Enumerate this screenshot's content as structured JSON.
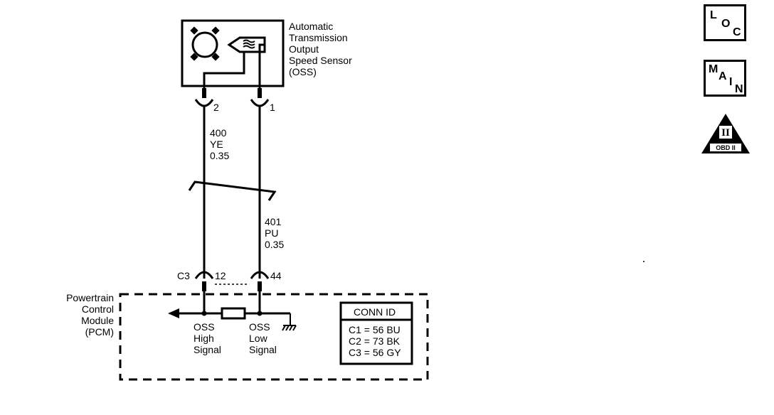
{
  "sensor": {
    "title_lines": [
      "Automatic",
      "Transmission",
      "Output",
      "Speed Sensor",
      "(OSS)"
    ],
    "pin_left": "2",
    "pin_right": "1"
  },
  "wires": {
    "left": {
      "circuit": "400",
      "color": "YE",
      "gauge": "0.35"
    },
    "right": {
      "circuit": "401",
      "color": "PU",
      "gauge": "0.35"
    }
  },
  "pcm": {
    "title_lines": [
      "Powertrain",
      "Control",
      "Module",
      "(PCM)"
    ],
    "connector": "C3",
    "pin_left": "12",
    "pin_right": "44",
    "signal_high_lines": [
      "OSS",
      "High",
      "Signal"
    ],
    "signal_low_lines": [
      "OSS",
      "Low",
      "Signal"
    ]
  },
  "conn_id": {
    "header": "CONN ID",
    "rows": [
      "C1 = 56 BU",
      "C2 = 73 BK",
      "C3 = 56 GY"
    ]
  },
  "badges": {
    "loc": [
      "L",
      "O",
      "C"
    ],
    "main": [
      "M",
      "A",
      "I",
      "N"
    ],
    "obd": {
      "numeral": "II",
      "label": "OBD II"
    }
  }
}
